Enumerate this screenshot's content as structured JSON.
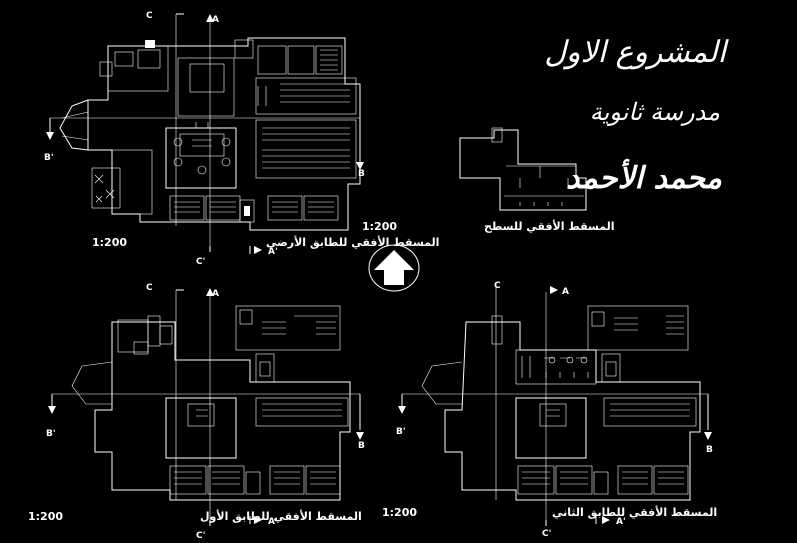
{
  "titles": {
    "project": "المشروع الاول",
    "school": "مدرسة ثانوية",
    "author": "محمد الأحمد"
  },
  "captions": {
    "ground": "المسقط الأفقي للطابق الأرضي",
    "ground_scale": "1:200",
    "roof": "المسقط الأفقي للسطح",
    "roof_scale": "1:200",
    "first": "المسقط الأفقي للطابق الأول",
    "first_scale": "1:200",
    "second": "المسقط الأفقي للطابق الثاني",
    "second_scale": "1:200"
  },
  "section_marks": {
    "a": "A",
    "a_prime": "A'",
    "b": "B",
    "b_prime": "B'",
    "c": "C",
    "c_prime": "C'"
  },
  "colors": {
    "background": "#000000",
    "lines": "#ffffff"
  },
  "icons": {
    "north": "north-arrow-icon"
  }
}
